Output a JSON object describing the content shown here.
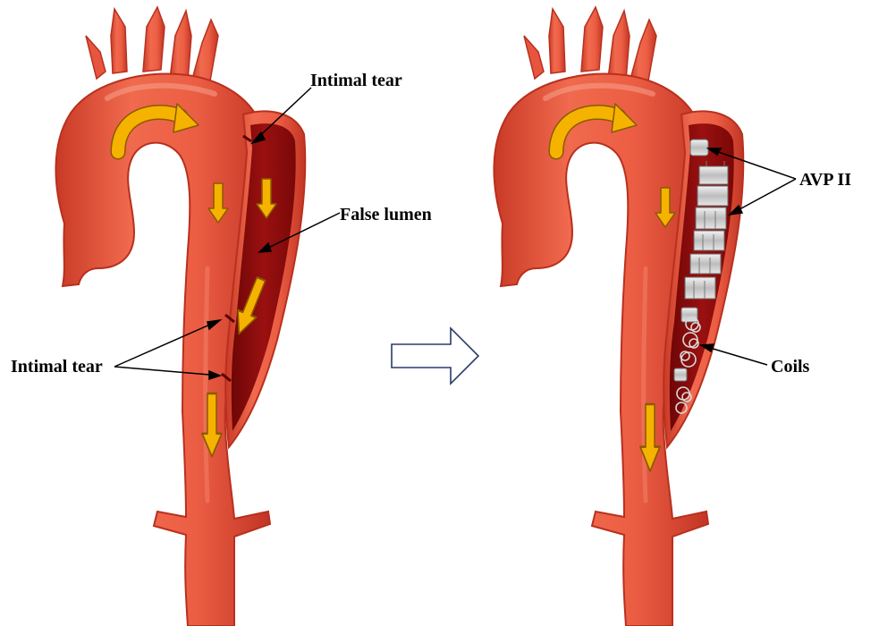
{
  "labels": {
    "intimal_tear_top": "Intimal tear",
    "false_lumen": "False lumen",
    "intimal_tear_left": "Intimal tear",
    "avp": "AVP II",
    "coils": "Coils"
  },
  "colors": {
    "aorta": "#e8553f",
    "aorta_edge": "#b8301f",
    "false_lumen": "#8e0b0b",
    "flow_arrow": "#f5b300",
    "flow_arrow_edge": "#8a5a00",
    "device": "#d9d9d9",
    "label": "#000000"
  },
  "icons": {
    "transition": "outline-right-arrow",
    "flow": "flow-arrow"
  }
}
